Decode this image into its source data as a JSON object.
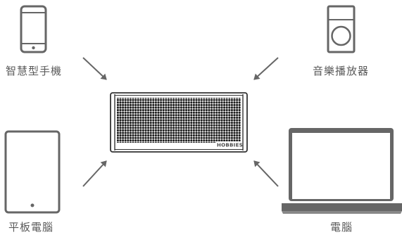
{
  "devices": {
    "smartphone": {
      "label": "智慧型手機",
      "icon": "smartphone-icon"
    },
    "music_player": {
      "label": "音樂播放器",
      "icon": "music-player-icon"
    },
    "tablet": {
      "label": "平板電腦",
      "icon": "tablet-icon"
    },
    "laptop": {
      "label": "電腦",
      "icon": "laptop-icon"
    }
  },
  "speaker": {
    "brand": "HOBBIES",
    "icon": "speaker-icon"
  },
  "colors": {
    "line": "#666666",
    "speaker_dots": "#1a1a1a",
    "text": "#5a5a5a"
  }
}
